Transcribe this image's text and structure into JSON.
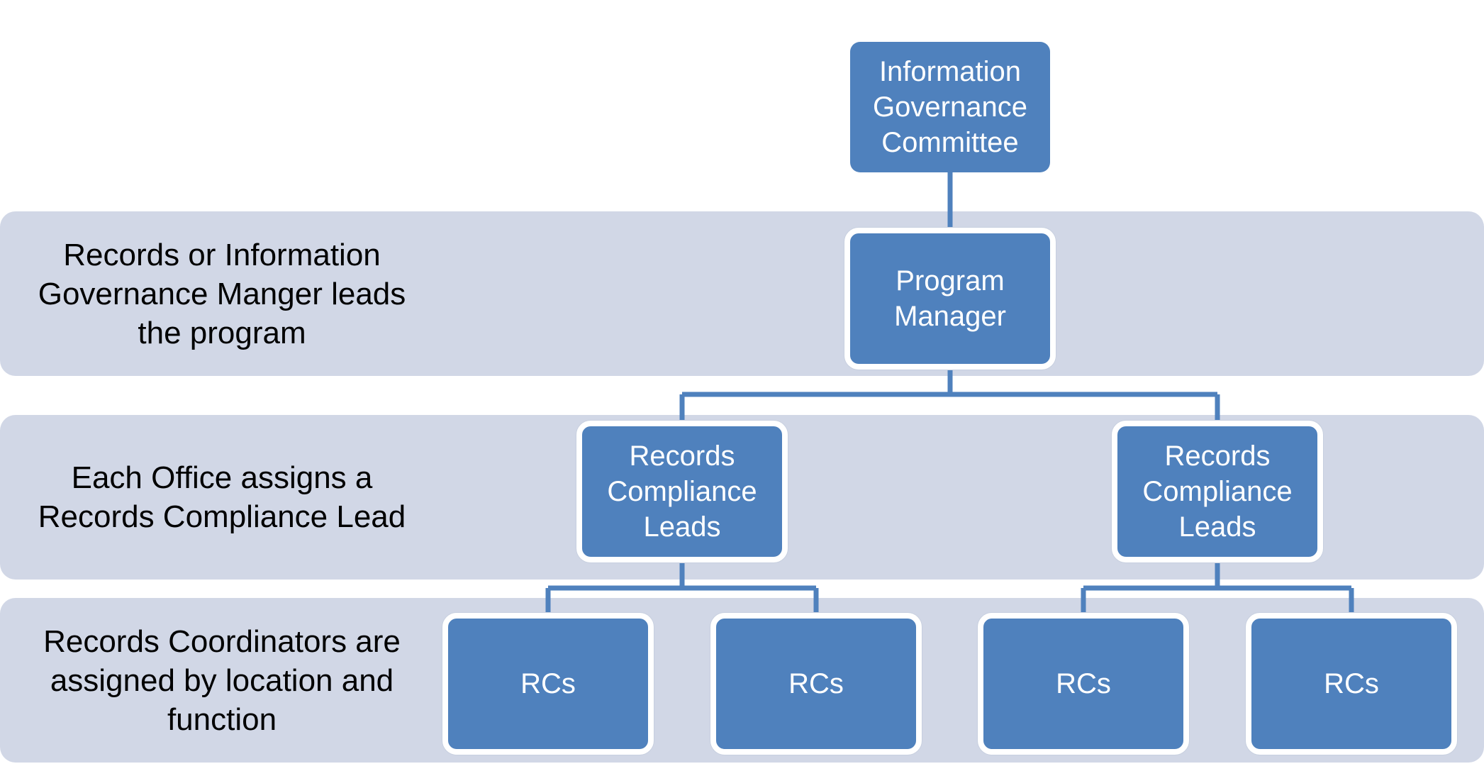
{
  "colors": {
    "band": "#d1d7e6",
    "node_fill": "#4f81bd",
    "node_text": "#ffffff",
    "connector": "#4f81bd",
    "label_text": "#000000"
  },
  "bands": [
    {
      "label": "Records or Information\nGovernance Manger leads\nthe program"
    },
    {
      "label": "Each Office assigns a\nRecords  Compliance Lead"
    },
    {
      "label": "Records Coordinators are\nassigned by location and\nfunction"
    }
  ],
  "nodes": {
    "committee": "Information\nGovernance\nCommittee",
    "program_manager": "Program\nManager",
    "lead_left": "Records\nCompliance\nLeads",
    "lead_right": "Records\nCompliance\nLeads",
    "rc_1": "RCs",
    "rc_2": "RCs",
    "rc_3": "RCs",
    "rc_4": "RCs"
  }
}
